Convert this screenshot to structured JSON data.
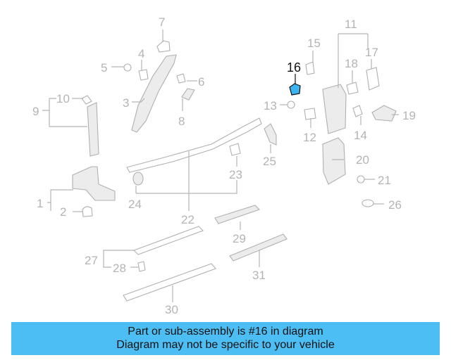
{
  "highlight_part": "16",
  "callouts": [
    "1",
    "2",
    "3",
    "4",
    "5",
    "6",
    "7",
    "8",
    "9",
    "10",
    "11",
    "12",
    "13",
    "14",
    "15",
    "16",
    "17",
    "18",
    "19",
    "20",
    "21",
    "22",
    "23",
    "24",
    "25",
    "26",
    "27",
    "28",
    "29",
    "30",
    "31"
  ],
  "colors": {
    "banner": "#4dbef4",
    "highlight": "#111111",
    "highlight_part_fill": "#3cb4f0",
    "line_art": "#b4b4b4"
  },
  "banner": {
    "line1": "Part or sub-assembly is #16 in diagram",
    "line2": "Diagram may not be specific to your vehicle"
  }
}
